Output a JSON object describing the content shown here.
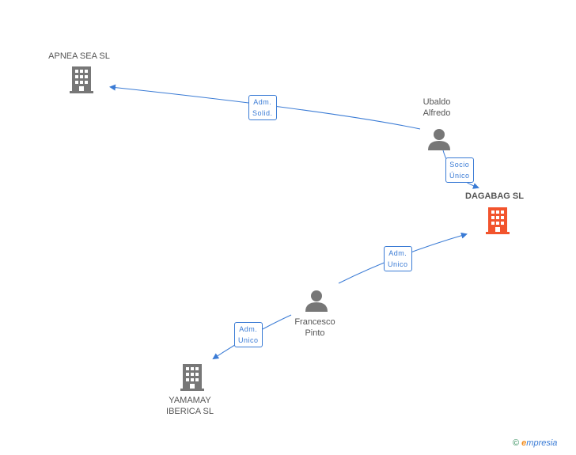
{
  "nodes": {
    "apnea": {
      "label": "APNEA SEA SL",
      "type": "company",
      "color": "#777777"
    },
    "ubaldo": {
      "label_line1": "Ubaldo",
      "label_line2": "Alfredo",
      "type": "person",
      "color": "#777777"
    },
    "dagabag": {
      "label": "DAGABAG SL",
      "type": "company",
      "color": "#f2542d"
    },
    "francesco": {
      "label_line1": "Francesco",
      "label_line2": "Pinto",
      "type": "person",
      "color": "#777777"
    },
    "yamamay": {
      "label_line1": "YAMAMAY",
      "label_line2": "IBERICA SL",
      "type": "company",
      "color": "#777777"
    }
  },
  "edges": {
    "ubaldo_apnea": {
      "line1": "Adm.",
      "line2": "Solid."
    },
    "ubaldo_dagabag": {
      "line1": "Socio",
      "line2": "Único"
    },
    "francesco_dagabag": {
      "line1": "Adm.",
      "line2": "Unico"
    },
    "francesco_yamamay": {
      "line1": "Adm.",
      "line2": "Unico"
    }
  },
  "colors": {
    "edge": "#3a7bd5"
  },
  "footer": {
    "copyright": "©",
    "brand_e": "e",
    "brand_rest": "mpresia"
  }
}
